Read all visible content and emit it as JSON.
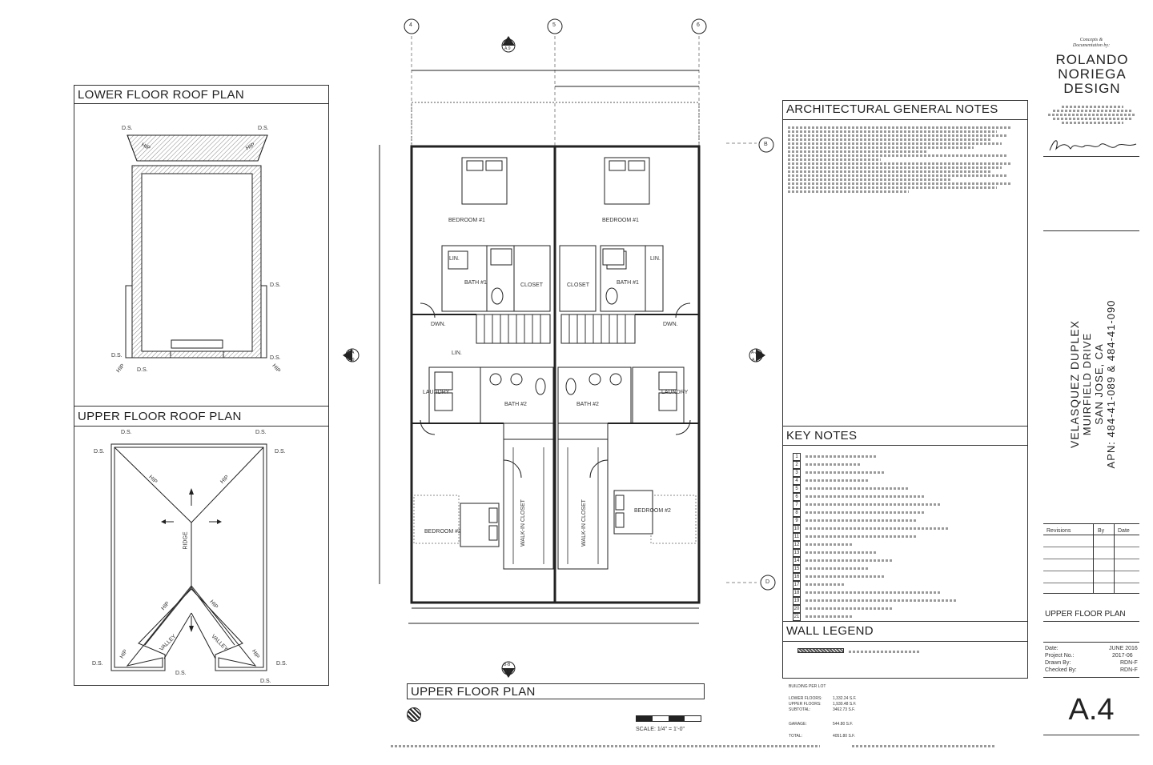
{
  "lower_roof": {
    "title": "LOWER FLOOR ROOF PLAN",
    "labels": {
      "ds": "D.S.",
      "hip": "HIP"
    }
  },
  "upper_roof": {
    "title": "UPPER FLOOR ROOF PLAN",
    "labels": {
      "ds": "D.S.",
      "hip": "HIP",
      "ridge": "RIDGE",
      "valley": "VALLEY"
    }
  },
  "plan": {
    "title": "UPPER FLOOR PLAN",
    "grid_markers": [
      "4",
      "5",
      "6"
    ],
    "row_markers": [
      "B",
      "D"
    ],
    "section_markers": {
      "bb": "B-B",
      "aa": "A-A",
      "sheet": "A.9"
    },
    "rooms": {
      "bedroom1": "BEDROOM #1",
      "bedroom2": "BEDROOM #2",
      "bath1": "BATH #1",
      "bath2": "BATH #2",
      "closet": "CLOSET",
      "lin": "LIN.",
      "dwn": "DWN.",
      "laundry": "LAUNDRY",
      "walkin": "WALK-IN CLOSET"
    },
    "scale_text": "SCALE: 1/4\" = 1'-0\""
  },
  "general_notes": {
    "title": "ARCHITECTURAL GENERAL NOTES"
  },
  "key_notes": {
    "title": "KEY NOTES",
    "numbers": [
      "1",
      "2",
      "3",
      "4",
      "5",
      "6",
      "7",
      "8",
      "9",
      "10",
      "11",
      "12",
      "13",
      "14",
      "15",
      "16",
      "17",
      "18",
      "19",
      "20",
      "21"
    ]
  },
  "wall_legend": {
    "title": "WALL LEGEND"
  },
  "title_block": {
    "concept_line1": "Concepts &",
    "concept_line2": "Documentation by:",
    "firm_line1": "ROLANDO",
    "firm_line2": "NORIEGA",
    "firm_line3": "DESIGN",
    "project_name": "VELASQUEZ DUPLEX",
    "street": "MUIRFIELD DRIVE",
    "city": "SAN JOSE, CA",
    "apn": "APN: 484-41-089 & 484-41-090",
    "revisions_header": "Revisions",
    "by_header": "By",
    "date_header": "Date",
    "sheet_title": "UPPER FLOOR PLAN",
    "date_label": "Date:",
    "date_value": "JUNE 2016",
    "project_no_label": "Project No.:",
    "project_no_value": "2017-06",
    "drawn_by_label": "Drawn By:",
    "drawn_by_value": "RDN-F",
    "checked_by_label": "Checked By:",
    "checked_by_value": "RDN-F",
    "sheet_number": "A.4"
  },
  "building_area": {
    "title": "BUILDING PER LOT",
    "lower_label": "LOWER FLOORS:",
    "lower_value": "1,332.24 S.F.",
    "upper_label": "UPPER FLOORS:",
    "upper_value": "1,930.48 S.F.",
    "subtotal_label": "SUBTOTAL:",
    "subtotal_value": "3462.73 S.F.",
    "garage_label": "GARAGE:",
    "garage_value": "544.80 S.F.",
    "total_label": "TOTAL:",
    "total_value": "4051.80 S.F."
  },
  "colors": {
    "ink": "#222222",
    "paper": "#ffffff",
    "hatch": "#8a8a8a"
  }
}
